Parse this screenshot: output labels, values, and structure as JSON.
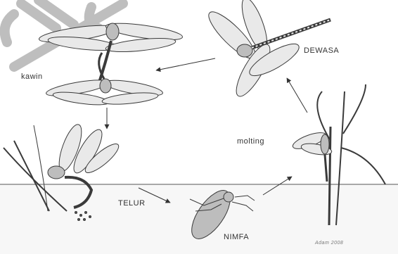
{
  "labels": {
    "kawin": "kawin",
    "dewasa": "DEWASA",
    "molting": "molting",
    "telur": "TELUR",
    "nimfa": "NIMFA"
  },
  "signature": "Adam 2008",
  "colors": {
    "line": "#3a3a3a",
    "wing_fill": "#e9e9e9",
    "body_fill": "#bdbdbd",
    "water_fill": "#f7f7f7",
    "watermark": "#8a8a8a"
  }
}
